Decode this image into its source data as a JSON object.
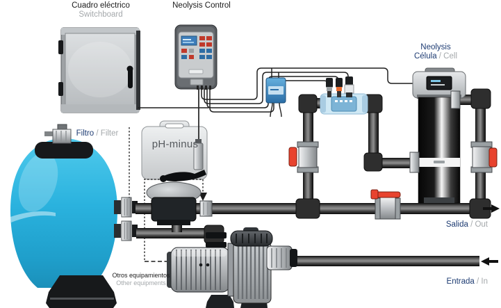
{
  "diagram": {
    "labels": {
      "switchboard": {
        "es": "Cuadro eléctrico",
        "en": "Switchboard"
      },
      "control": {
        "name": "Neolysis Control"
      },
      "cell": {
        "brand": "Neolysis",
        "es": "Célula",
        "en": "/ Cell"
      },
      "filter": {
        "es": "Filtro",
        "en": "/ Filter"
      },
      "ph_canister": {
        "text": "pH-minus"
      },
      "outlet": {
        "es": "Salida",
        "en": "/ Out"
      },
      "inlet": {
        "es": "Entrada",
        "en": "/ In"
      },
      "other_equipment": {
        "es": "Otros equipamientos",
        "en": "Other equipments"
      }
    },
    "colors": {
      "label_primary": "#1a1a1a",
      "label_navy": "#1d3b72",
      "label_secondary": "#a4a8ab",
      "filter_tank_cyan": "#2ab2de",
      "valve_handle_red": "#e8432e",
      "dosing_box_blue": "#3e8fc6",
      "manifold_blue": "#cfe8f4",
      "pipe_dark": "#3a3a3a"
    }
  }
}
